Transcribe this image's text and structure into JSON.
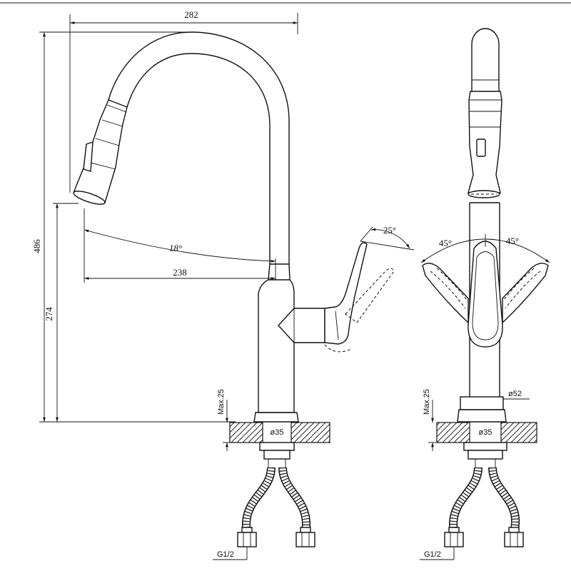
{
  "colors": {
    "line": "#111111",
    "background": "#ffffff"
  },
  "side_view": {
    "overall_width": "282",
    "overall_height": "486",
    "outlet_height": "274",
    "swivel_angle": "18°",
    "reach": "238",
    "handle_tilt": "25°",
    "max_counter_thickness": "Max.25",
    "mounting_hole": "ø35",
    "connection_thread": "G1/2"
  },
  "front_view": {
    "handle_angle_left": "45°",
    "handle_angle_right": "45°",
    "max_counter_thickness": "Max.25",
    "base_diameter": "ø52",
    "mounting_hole": "ø35",
    "connection_thread": "G1/2"
  }
}
